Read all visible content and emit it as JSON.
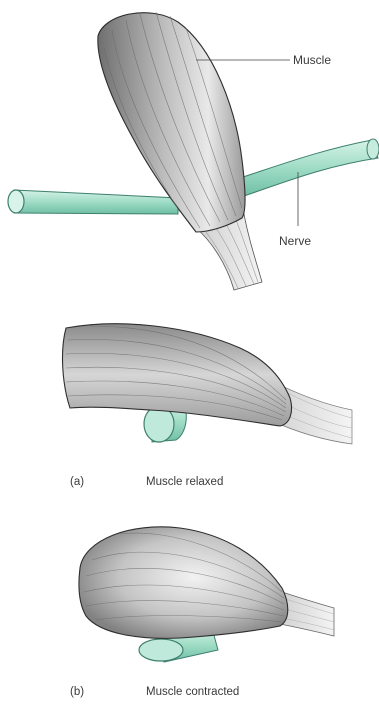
{
  "diagram": {
    "top": {
      "muscle_label": "Muscle",
      "nerve_label": "Nerve"
    },
    "panel_a": {
      "letter": "(a)",
      "caption": "Muscle relaxed"
    },
    "panel_b": {
      "letter": "(b)",
      "caption": "Muscle contracted"
    },
    "colors": {
      "muscle_dark": "#7d7d7d",
      "muscle_light": "#eeeeee",
      "nerve_fill": "#a9e3cf",
      "nerve_edge": "#3f7f6e",
      "outline": "#2e2e2e"
    }
  }
}
